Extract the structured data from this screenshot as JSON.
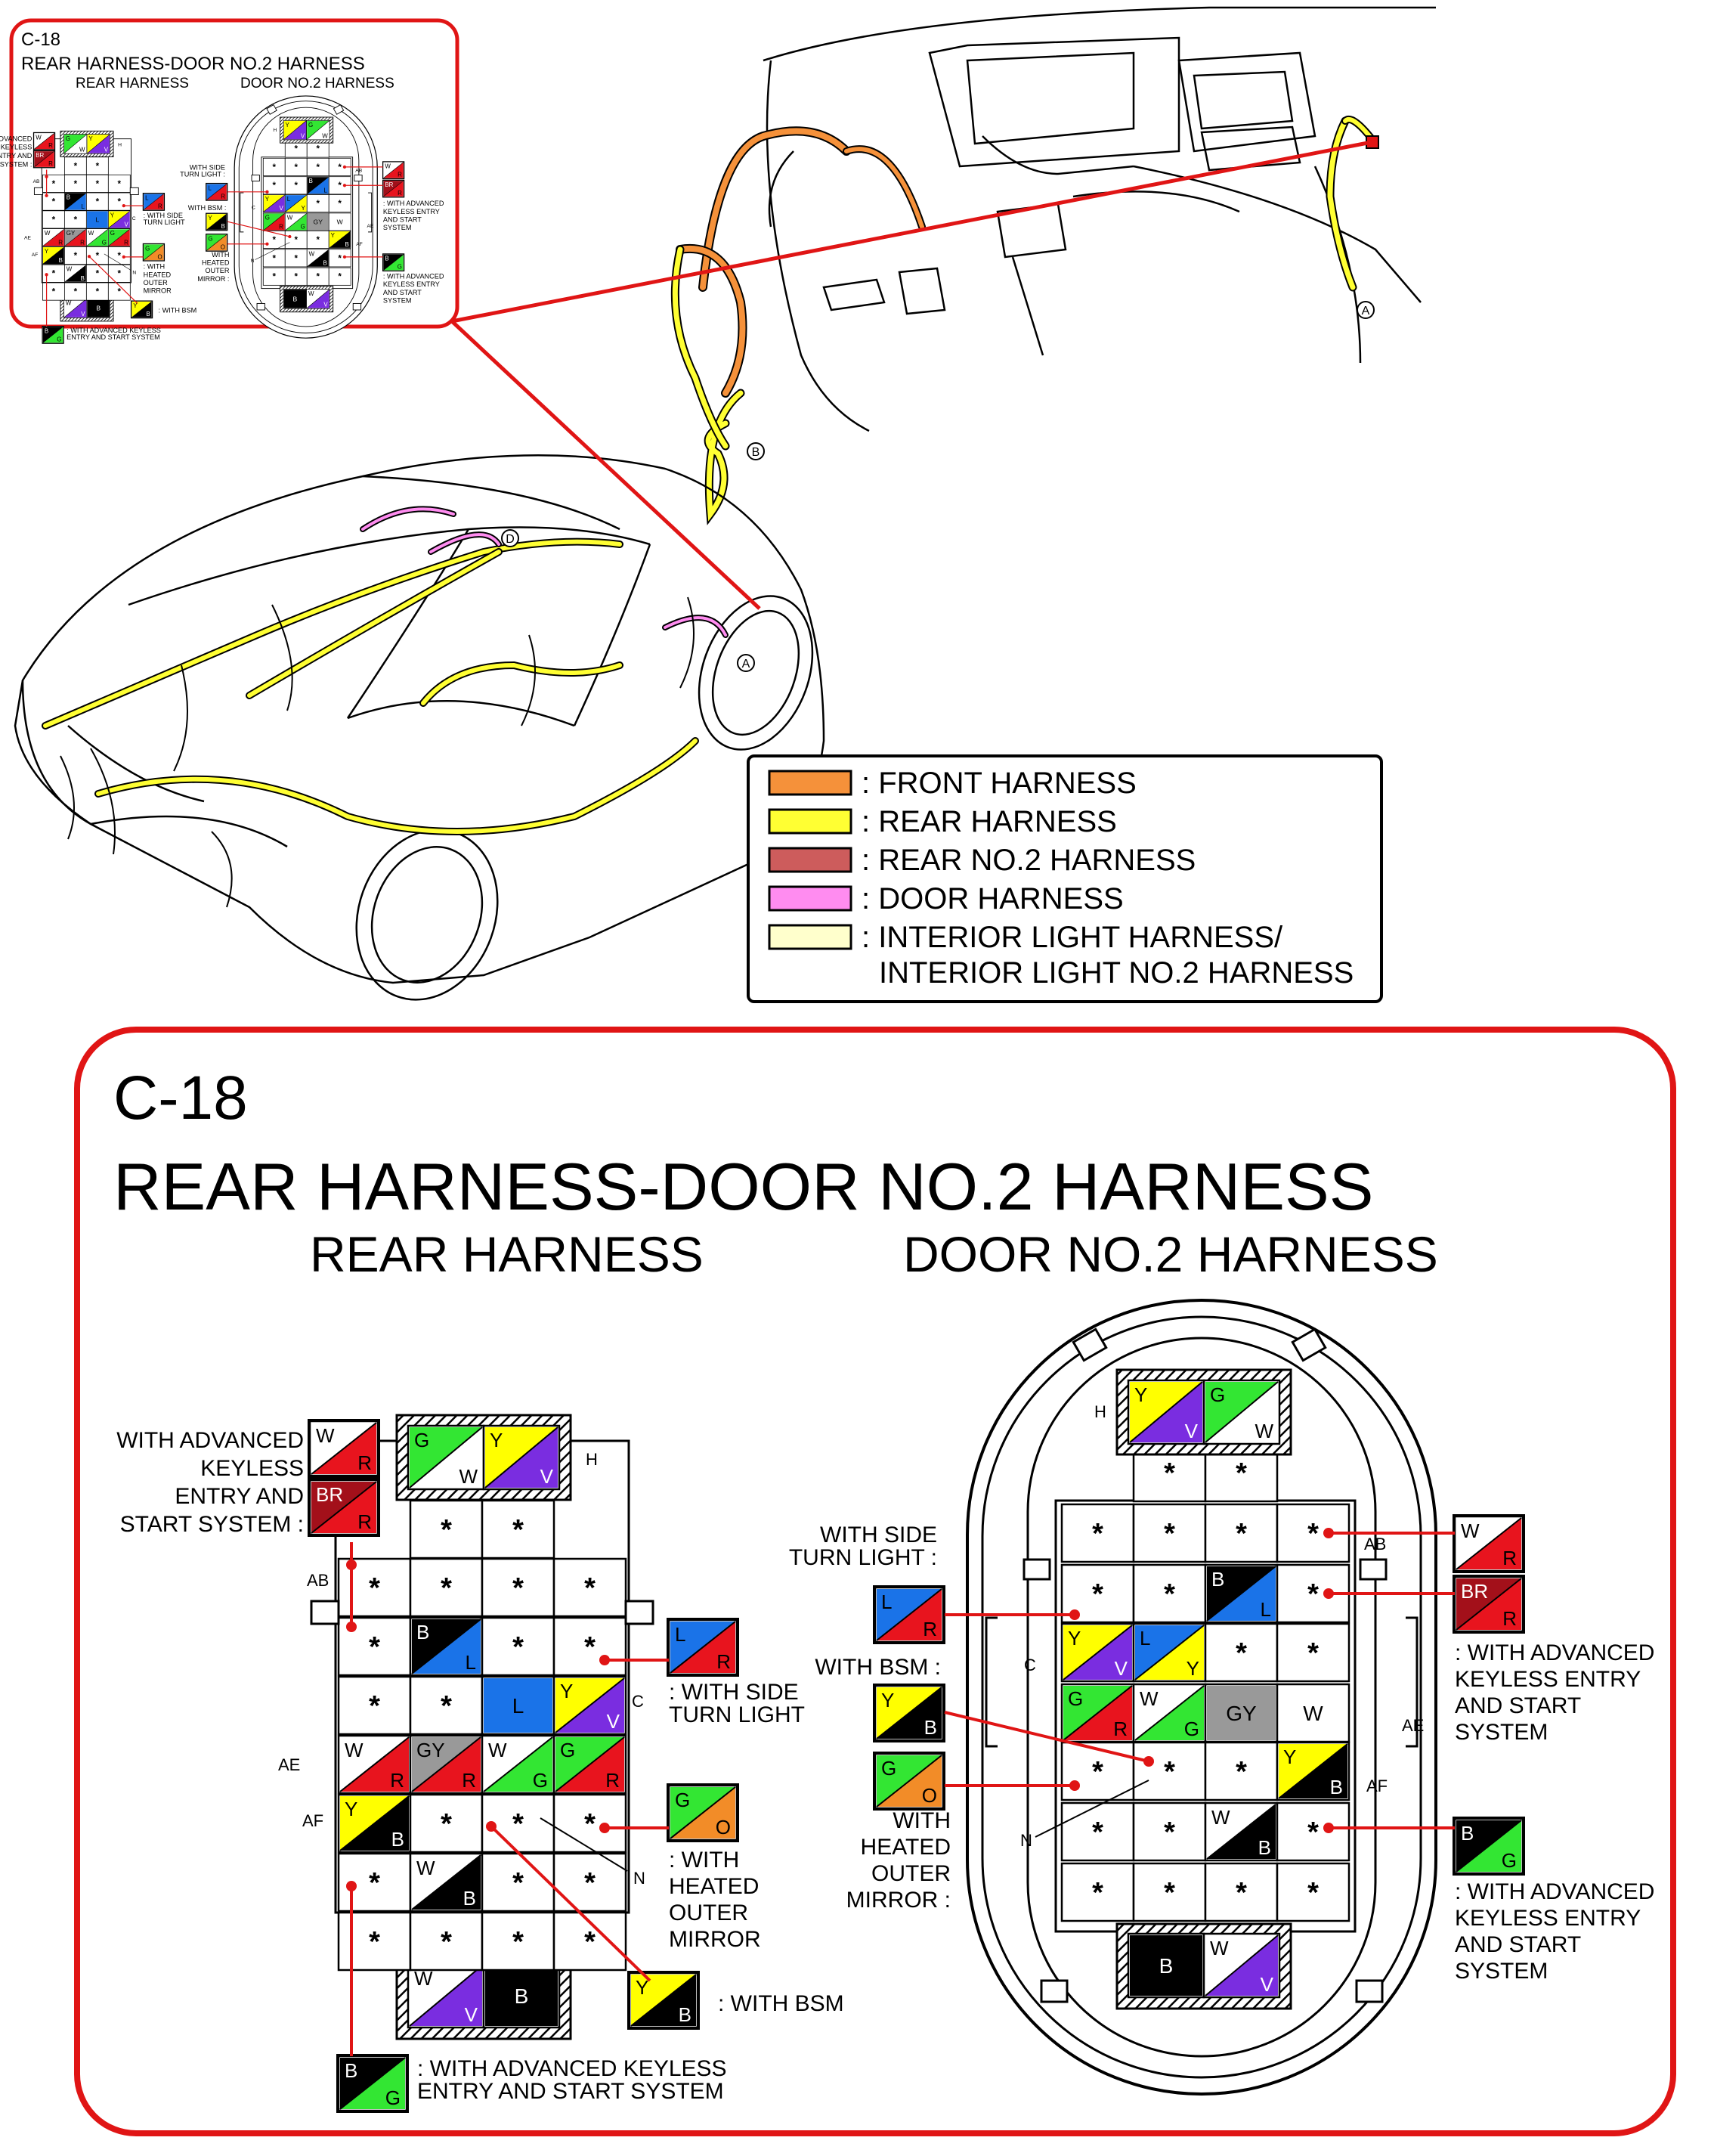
{
  "colors": {
    "W": "#ffffff",
    "R": "#e8141e",
    "BR": "#a3101a",
    "G": "#33e633",
    "Y": "#ffff00",
    "V": "#7a2de0",
    "B": "#000000",
    "L": "#1a73e8",
    "GY": "#999999",
    "O": "#f28c28",
    "frame": "#e01515",
    "legend_front": "#f5913a",
    "legend_rear": "#ffff33",
    "legend_rear2": "#cd5c5c",
    "legend_door": "#ff8cf0",
    "legend_interior": "#ffffcc"
  },
  "legend": {
    "items": [
      {
        "label": ": FRONT HARNESS",
        "color": "#f5913a"
      },
      {
        "label": ": REAR HARNESS",
        "color": "#ffff33"
      },
      {
        "label": ": REAR NO.2 HARNESS",
        "color": "#cd5c5c"
      },
      {
        "label": ": DOOR HARNESS",
        "color": "#ff8cf0"
      },
      {
        "label": ": INTERIOR LIGHT HARNESS/",
        "color": "#ffffcc"
      }
    ],
    "item5_line2": "INTERIOR LIGHT NO.2 HARNESS"
  },
  "illustration": {
    "callout_a_top": "A",
    "callout_b": "B",
    "callout_a_car": "A",
    "callout_d": "D"
  },
  "inset": {
    "code": "C-18",
    "title": "REAR HARNESS-DOOR NO.2 HARNESS",
    "left_sub": "REAR HARNESS",
    "right_sub": "DOOR NO.2 HARNESS"
  },
  "main": {
    "code": "C-18",
    "title": "REAR HARNESS-DOOR NO.2 HARNESS",
    "left_sub": "REAR HARNESS",
    "right_sub": "DOOR NO.2 HARNESS"
  },
  "rear_connector": {
    "row_labels": {
      "H": "H",
      "AB": "AB",
      "C": "C",
      "AE": "AE",
      "AF": "AF",
      "N": "N"
    },
    "notes": {
      "advanced_keyless_top": [
        "WITH ADVANCED",
        "KEYLESS",
        "ENTRY AND",
        "START SYSTEM :"
      ],
      "side_turn": [
        ": WITH SIDE",
        "TURN LIGHT"
      ],
      "heated_mirror": [
        ": WITH",
        "HEATED",
        "OUTER",
        "MIRROR"
      ],
      "bsm": ": WITH BSM",
      "advanced_keyless_bottom": [
        ": WITH ADVANCED KEYLESS",
        "ENTRY AND START SYSTEM"
      ]
    },
    "swatches": {
      "adv1": {
        "a": "W",
        "b": "R"
      },
      "adv2": {
        "a": "BR",
        "b": "R"
      },
      "side": {
        "a": "L",
        "b": "R"
      },
      "heated": {
        "a": "G",
        "b": "O"
      },
      "bsm": {
        "a": "Y",
        "b": "B"
      },
      "adv3": {
        "a": "B",
        "b": "G"
      }
    },
    "top_cells": [
      {
        "a": "G",
        "b": "W"
      },
      {
        "a": "Y",
        "b": "V"
      }
    ],
    "bottom_cells": [
      {
        "a": "W",
        "b": "V"
      },
      {
        "a": "B",
        "b": ""
      }
    ],
    "rows": [
      [
        "",
        "*",
        "*",
        ""
      ],
      [
        "*",
        "*",
        "*",
        "*"
      ],
      [
        "*",
        "B/L",
        "*",
        "*"
      ],
      [
        "*",
        "*",
        "L",
        "Y/V"
      ],
      [
        "W/R",
        "GY/R",
        "W/G",
        "G/R"
      ],
      [
        "Y/B",
        "*",
        "*",
        "*"
      ],
      [
        "*",
        "W/B",
        "*",
        "*"
      ],
      [
        "*",
        "*",
        "*",
        "*"
      ]
    ]
  },
  "door_connector": {
    "row_labels": {
      "H": "H",
      "AB": "AB",
      "C": "C",
      "AE": "AE",
      "AF": "AF",
      "N": "N"
    },
    "notes": {
      "side_turn": [
        "WITH SIDE",
        "TURN LIGHT :"
      ],
      "bsm": "WITH BSM :",
      "heated_mirror": [
        "WITH",
        "HEATED",
        "OUTER",
        "MIRROR :"
      ],
      "advanced_keyless_1": [
        ": WITH ADVANCED",
        "KEYLESS ENTRY",
        "AND START",
        "SYSTEM"
      ],
      "advanced_keyless_2": [
        ": WITH ADVANCED",
        "KEYLESS ENTRY",
        "AND START",
        "SYSTEM"
      ]
    },
    "swatches": {
      "side": {
        "a": "L",
        "b": "R"
      },
      "bsm": {
        "a": "Y",
        "b": "B"
      },
      "heated": {
        "a": "G",
        "b": "O"
      },
      "adv1": {
        "a": "W",
        "b": "R"
      },
      "adv2": {
        "a": "BR",
        "b": "R"
      },
      "adv3": {
        "a": "B",
        "b": "G"
      }
    },
    "top_cells": [
      {
        "a": "Y",
        "b": "V"
      },
      {
        "a": "G",
        "b": "W"
      }
    ],
    "bottom_cells": [
      {
        "a": "B",
        "b": ""
      },
      {
        "a": "W",
        "b": "V"
      }
    ],
    "rows": [
      [
        "",
        "*",
        "*",
        ""
      ],
      [
        "*",
        "*",
        "*",
        "*"
      ],
      [
        "*",
        "*",
        "B/L",
        "*"
      ],
      [
        "Y/V",
        "L/Y",
        "*",
        "*"
      ],
      [
        "G/R",
        "W/G",
        "GY",
        "W"
      ],
      [
        "*",
        "*",
        "*",
        "Y/B"
      ],
      [
        "*",
        "*",
        "W/B",
        "*"
      ],
      [
        "*",
        "*",
        "*",
        "*"
      ]
    ]
  }
}
